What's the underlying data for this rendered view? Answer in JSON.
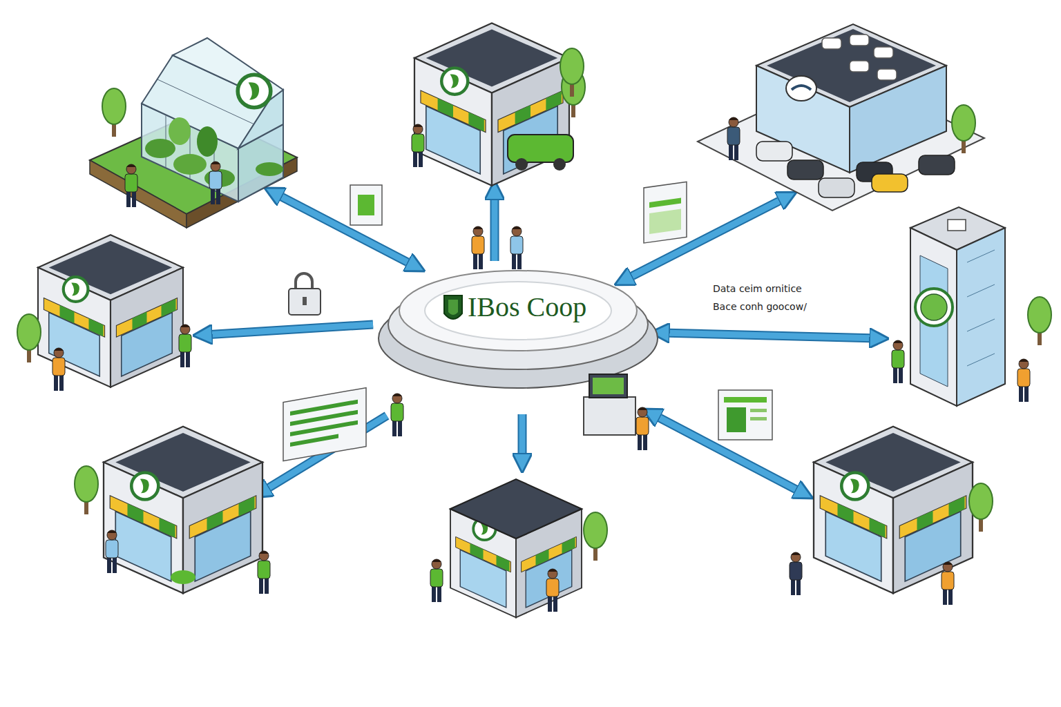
{
  "diagram": {
    "nodes": [
      {
        "text": [
          "IBos Coop"
        ]
      }
    ],
    "labels": [
      "Data ceim ornitice",
      "Bace conh goocow/"
    ]
  }
}
